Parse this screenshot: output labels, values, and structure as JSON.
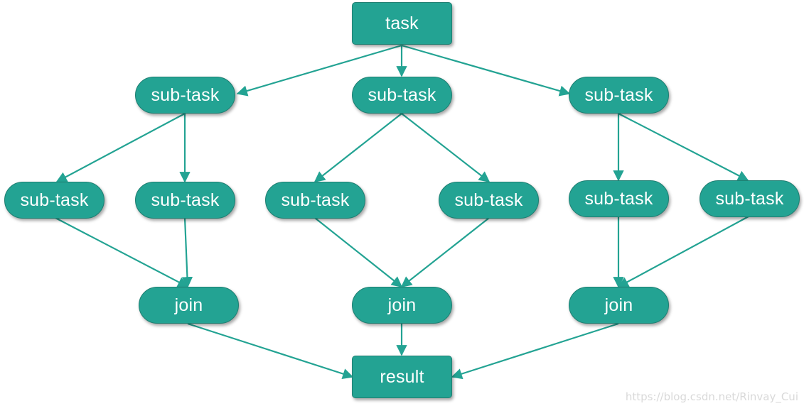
{
  "colors": {
    "node_fill": "#23a393",
    "edge": "#23a393",
    "text": "#ffffff"
  },
  "nodes": {
    "task": "task",
    "sub_l1": "sub-task",
    "sub_l2": "sub-task",
    "sub_l3": "sub-task",
    "sub_l4": "sub-task",
    "sub_l5": "sub-task",
    "sub_l6": "sub-task",
    "sub_l7": "sub-task",
    "sub_l8": "sub-task",
    "sub_l9": "sub-task",
    "join_1": "join",
    "join_2": "join",
    "join_3": "join",
    "result": "result"
  },
  "watermark": "https://blog.csdn.net/Rinvay_Cui"
}
